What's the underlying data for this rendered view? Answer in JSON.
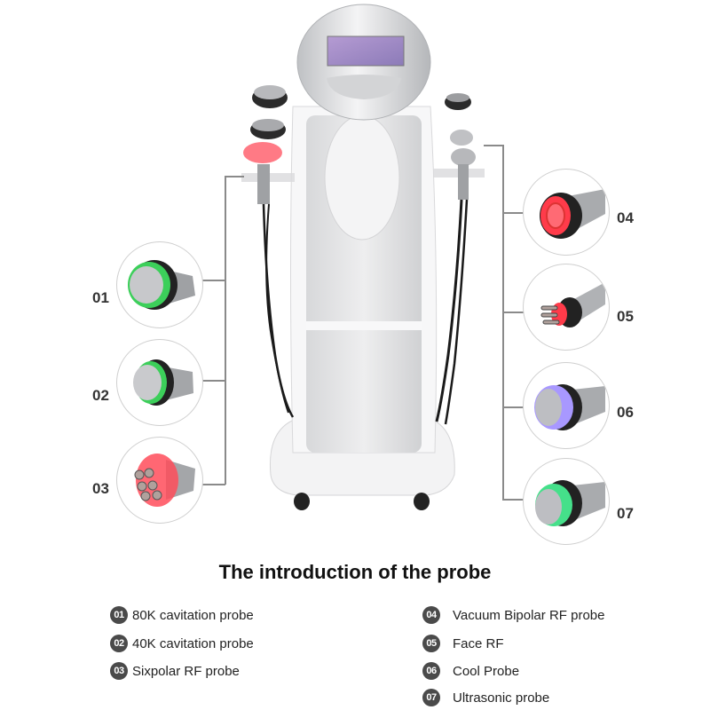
{
  "title": "The introduction of the probe",
  "machine": {
    "screen_label": "device-screen",
    "colors": {
      "body": "#e8e8ea",
      "accent_silver": "#c8c9cc",
      "screen": "#a78fc6"
    }
  },
  "probes": [
    {
      "number": "01",
      "name": "80K cavitation probe",
      "light_color": "#3ccf5a",
      "side": "left"
    },
    {
      "number": "02",
      "name": "40K cavitation probe",
      "light_color": "#3ccf5a",
      "side": "left"
    },
    {
      "number": "03",
      "name": "Sixpolar RF probe",
      "light_color": "#ff3b4a",
      "side": "left"
    },
    {
      "number": "04",
      "name": "Vacuum Bipolar RF probe",
      "light_color": "#ff3b4a",
      "side": "right"
    },
    {
      "number": "05",
      "name": "Face RF",
      "light_color": "#ff3b4a",
      "side": "right"
    },
    {
      "number": "06",
      "name": "Cool Probe",
      "light_color": "#9c8cff",
      "side": "right"
    },
    {
      "number": "07",
      "name": "Ultrasonic probe",
      "light_color": "#45e08a",
      "side": "right"
    }
  ]
}
